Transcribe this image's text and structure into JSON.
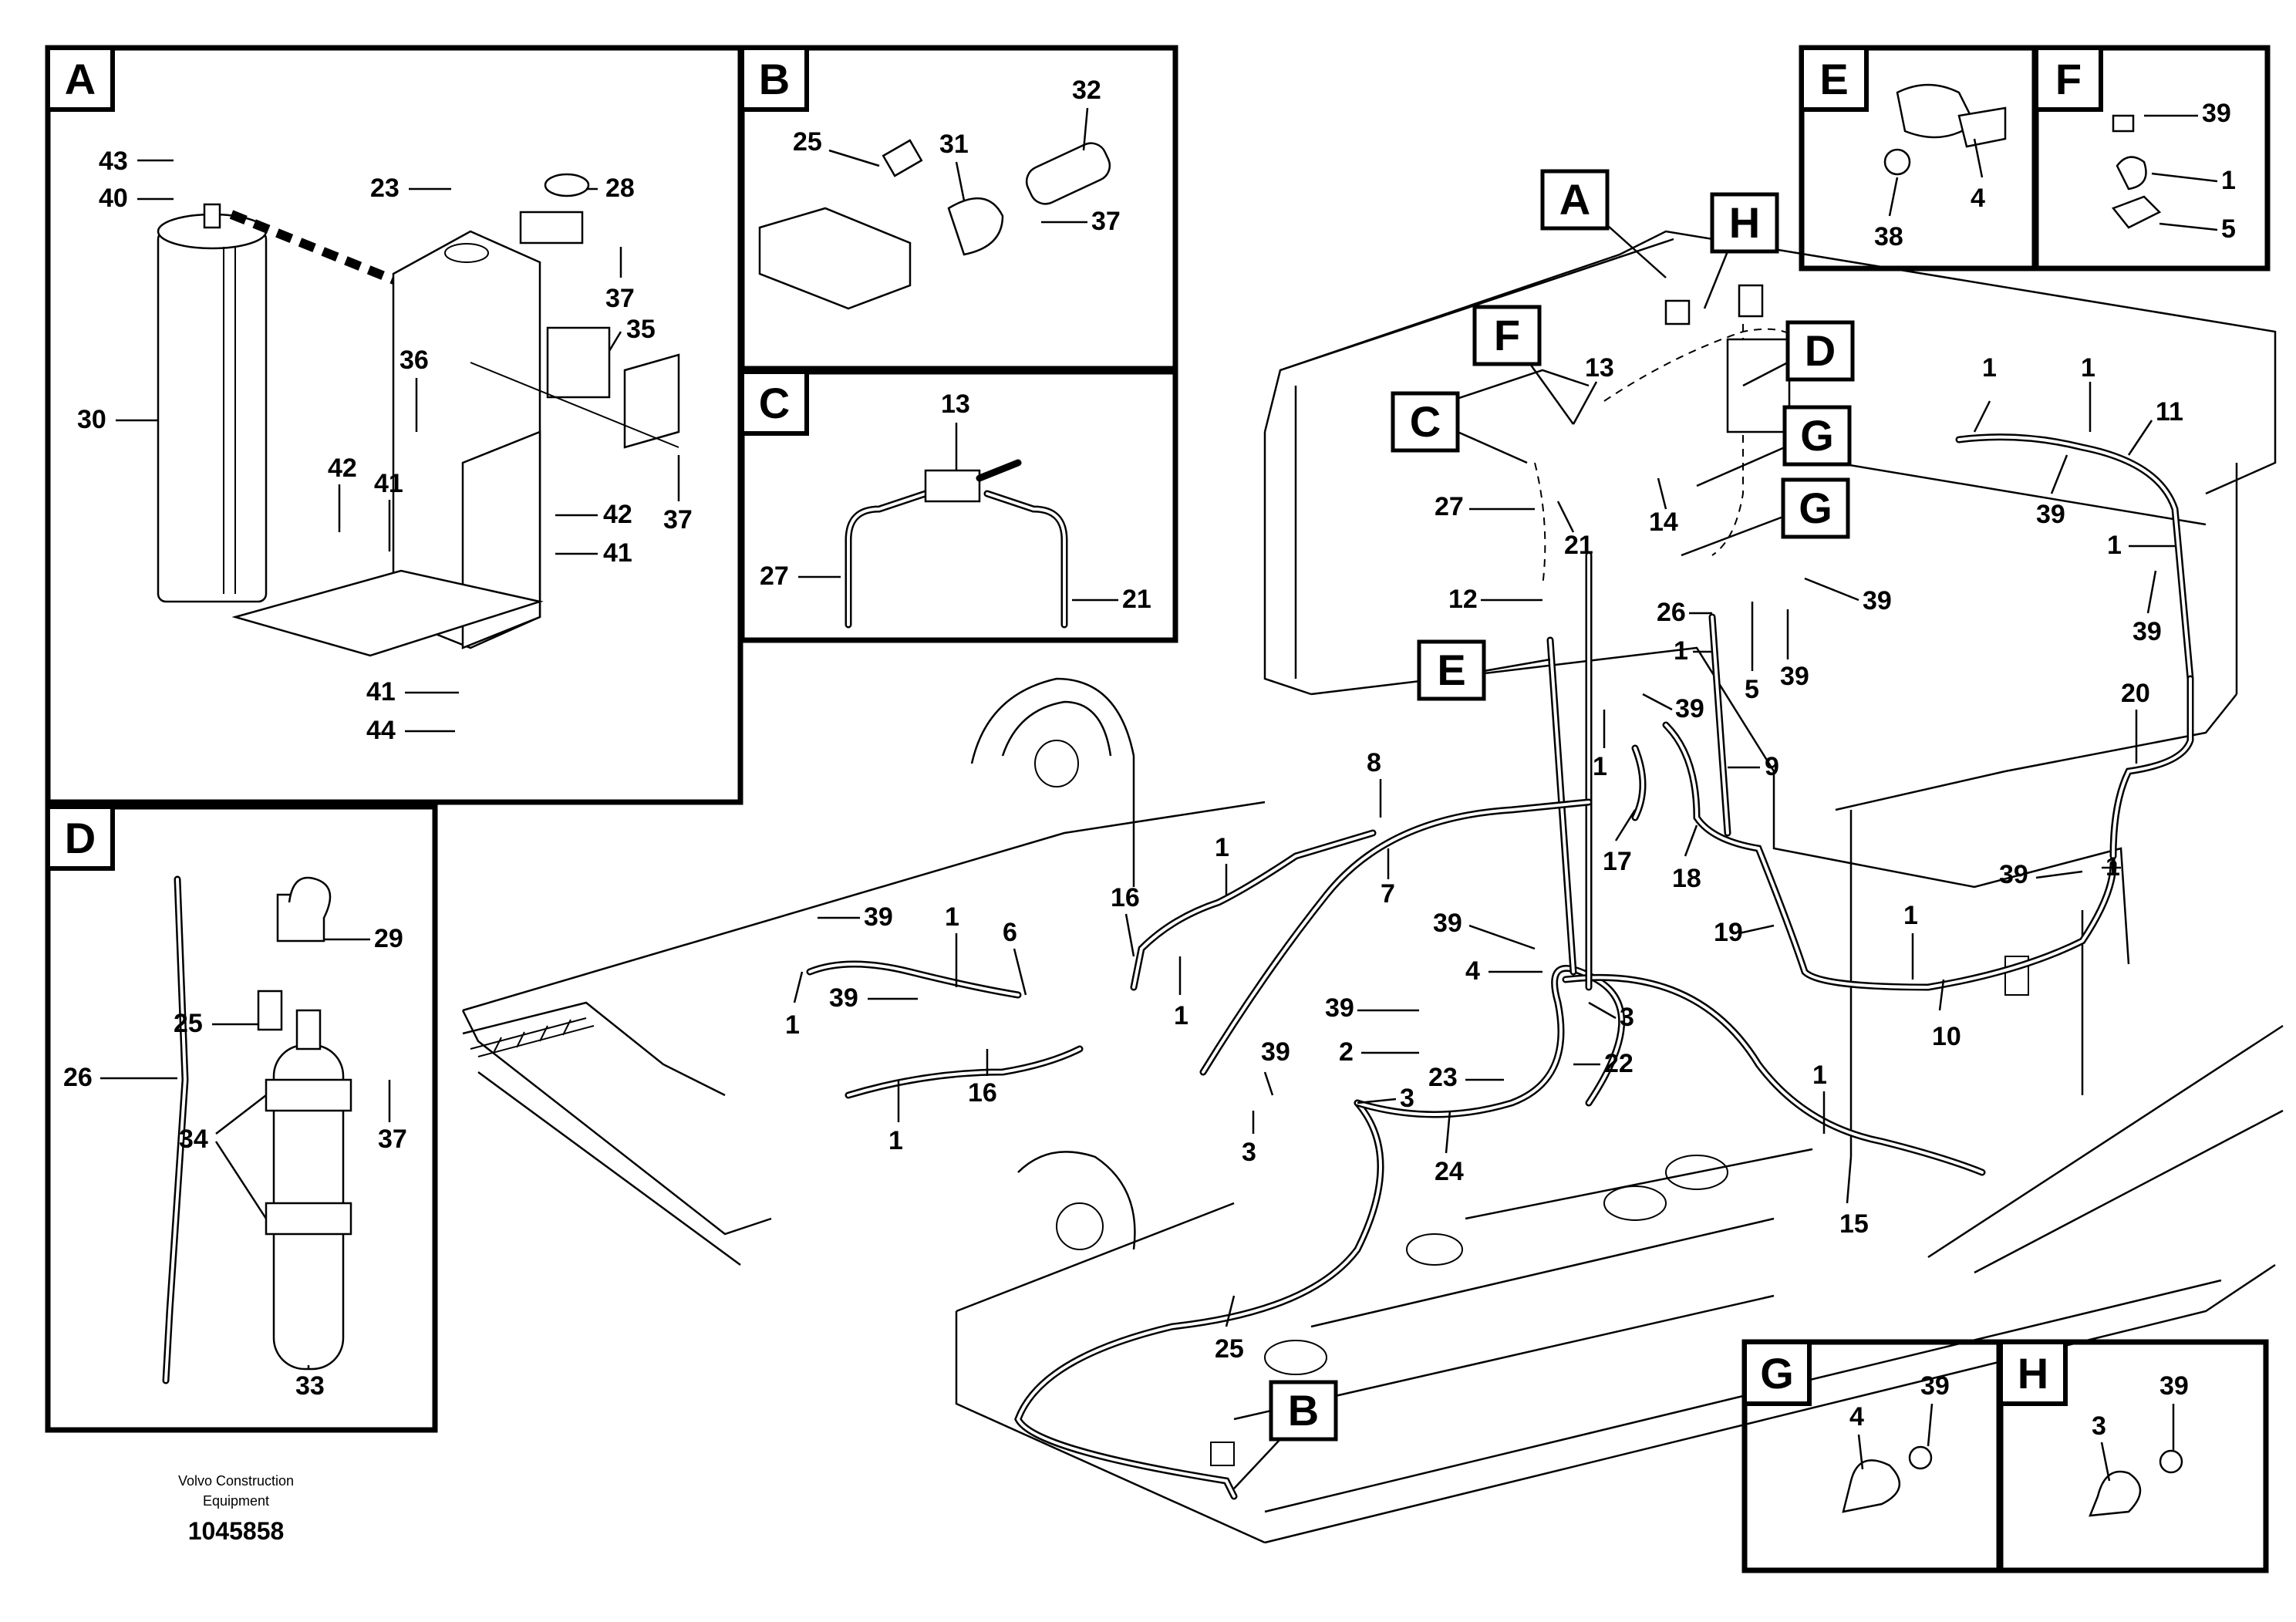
{
  "footer": {
    "company_line1": "Volvo Construction",
    "company_line2": "Equipment",
    "document_number": "1045858"
  },
  "panels": {
    "A": {
      "letter": "A",
      "callouts": [
        "43",
        "40",
        "30",
        "23",
        "28",
        "37",
        "35",
        "36",
        "42",
        "41",
        "42",
        "41",
        "37",
        "41",
        "44"
      ]
    },
    "B": {
      "letter": "B",
      "callouts": [
        "32",
        "25",
        "31",
        "37"
      ]
    },
    "C": {
      "letter": "C",
      "callouts": [
        "13",
        "27",
        "21"
      ]
    },
    "D": {
      "letter": "D",
      "callouts": [
        "29",
        "25",
        "26",
        "34",
        "37",
        "33"
      ]
    },
    "E": {
      "letter": "E",
      "callouts": [
        "38",
        "4"
      ]
    },
    "F": {
      "letter": "F",
      "callouts": [
        "39",
        "1",
        "5"
      ]
    },
    "G": {
      "letter": "G",
      "callouts": [
        "4",
        "39"
      ]
    },
    "H": {
      "letter": "H",
      "callouts": [
        "3",
        "39"
      ]
    }
  },
  "main_view": {
    "section_markers": [
      "A",
      "H",
      "F",
      "D",
      "C",
      "G",
      "G",
      "E",
      "B"
    ],
    "callouts": [
      "13",
      "27",
      "21",
      "14",
      "12",
      "26",
      "1",
      "5",
      "39",
      "39",
      "1",
      "11",
      "1",
      "39",
      "1",
      "39",
      "20",
      "9",
      "39",
      "1",
      "17",
      "18",
      "8",
      "1",
      "7",
      "39",
      "1",
      "6",
      "16",
      "1",
      "1",
      "39",
      "16",
      "1",
      "19",
      "1",
      "39",
      "1",
      "10",
      "39",
      "4",
      "3",
      "39",
      "2",
      "39",
      "3",
      "3",
      "23",
      "22",
      "24",
      "1",
      "15",
      "25"
    ]
  }
}
